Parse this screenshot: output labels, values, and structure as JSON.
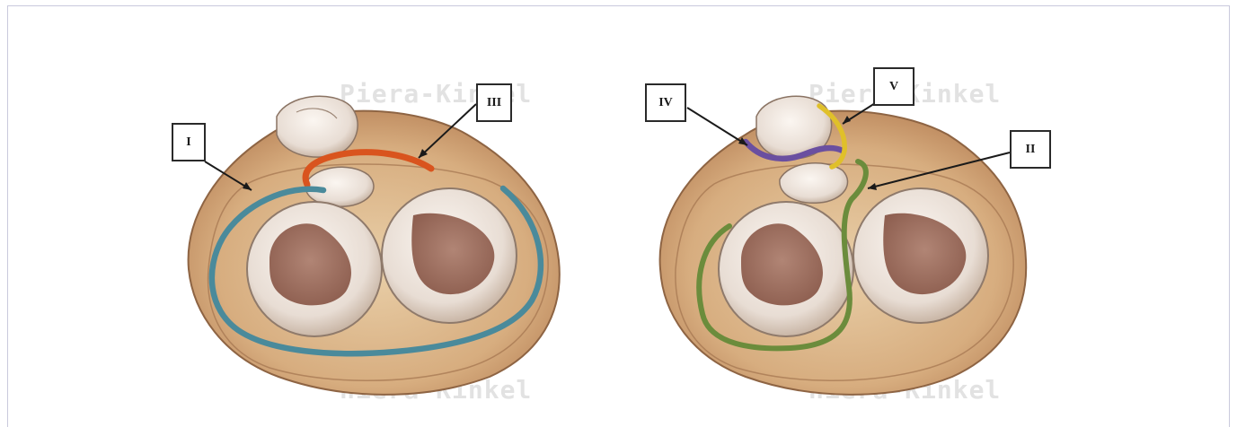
{
  "figure": {
    "watermark_text_top": "Piera-Kinkel",
    "watermark_text_bottom": "hiera-Kinkel",
    "left_panel": {
      "labels": [
        {
          "id": "I",
          "text": "I"
        },
        {
          "id": "III",
          "text": "III"
        }
      ],
      "paths": [
        {
          "id": "I",
          "color": "#4a8a9b"
        },
        {
          "id": "III",
          "color": "#d9541e"
        }
      ]
    },
    "right_panel": {
      "labels": [
        {
          "id": "IV",
          "text": "IV"
        },
        {
          "id": "V",
          "text": "V"
        },
        {
          "id": "II",
          "text": "II"
        }
      ],
      "paths": [
        {
          "id": "IV",
          "color": "#6a4fa0"
        },
        {
          "id": "V",
          "color": "#e0c02a"
        },
        {
          "id": "II",
          "color": "#6b8c3c"
        }
      ]
    }
  }
}
